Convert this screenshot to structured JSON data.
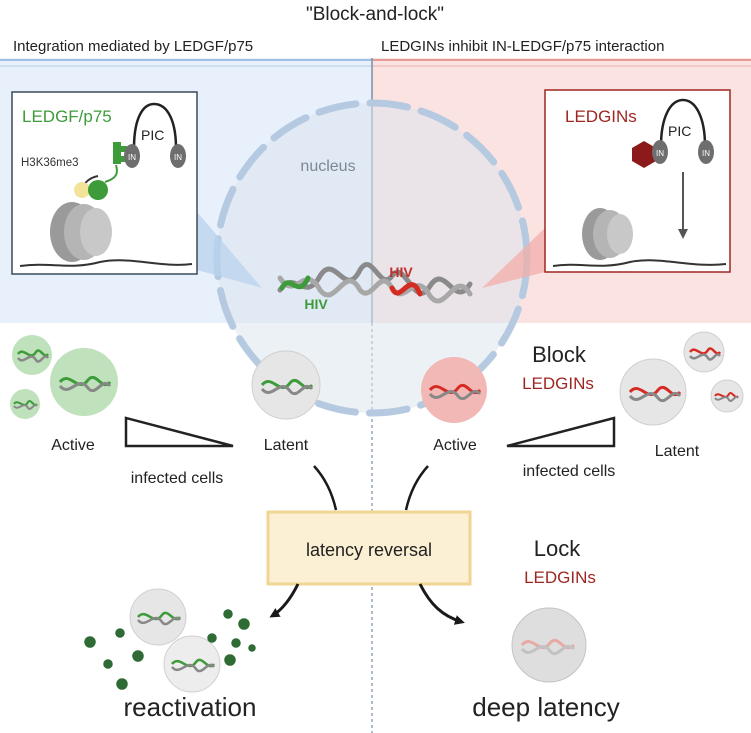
{
  "title": "\"Block-and-lock\"",
  "left_panel": {
    "header": "Integration mediated by LEDGF/p75",
    "inset_label": "LEDGF/p75",
    "mark_label": "H3K36me3",
    "pic_label": "PIC",
    "in_label": "IN"
  },
  "right_panel": {
    "header": "LEDGINs inhibit IN-LEDGF/p75 interaction",
    "inset_label": "LEDGINs",
    "pic_label": "PIC",
    "in_label": "IN"
  },
  "nucleus": {
    "label": "nucleus",
    "hiv_left": "HIV",
    "hiv_right": "HIV"
  },
  "left_cells": {
    "active": "Active",
    "latent": "Latent",
    "infected": "infected cells"
  },
  "right_cells": {
    "block": "Block",
    "block_sub": "LEDGINs",
    "active": "Active",
    "latent": "Latent",
    "infected": "infected cells"
  },
  "center_box": "latency reversal",
  "lock": {
    "title": "Lock",
    "sub": "LEDGINs"
  },
  "outcomes": {
    "left": "reactivation",
    "right": "deep latency"
  },
  "colors": {
    "left_bg": "#e7f0fb",
    "right_bg": "#fbe3e1",
    "green": "#3d9b3a",
    "red": "#9e2622",
    "box_fill": "#fcf0d4",
    "box_stroke": "#f1d592"
  }
}
